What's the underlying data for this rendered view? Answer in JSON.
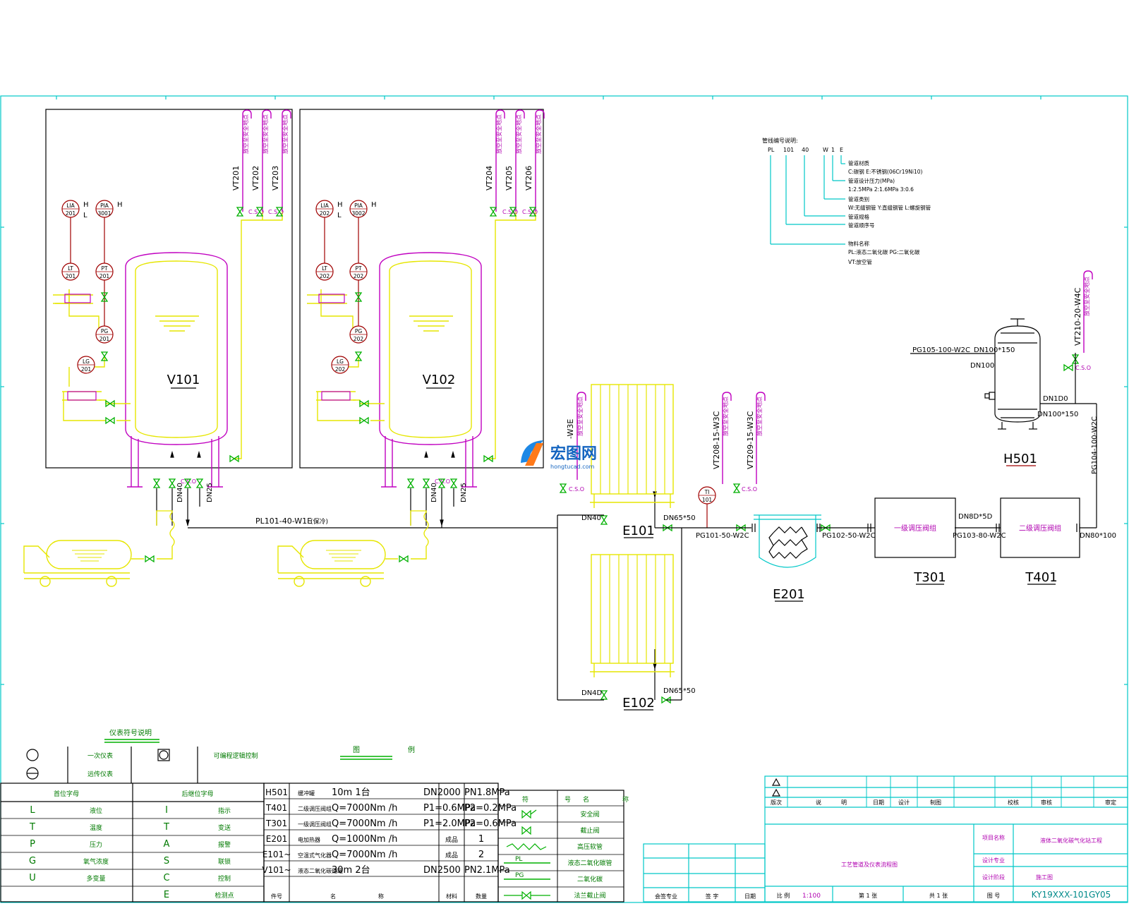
{
  "colors": {
    "frame": "#00c8c8",
    "pipe": "#000000",
    "vessel": "#c000c0",
    "yellow": "#e6e600",
    "valve": "#00b000",
    "instrument": "#a00000"
  },
  "vessels": {
    "v101": "V101",
    "v102": "V102",
    "h501": "H501",
    "e101": "E101",
    "e102": "E102",
    "e201": "E201",
    "t301": "T301",
    "t401": "T401"
  },
  "modules": {
    "t301_inner": "一级调压阀组",
    "t401_inner": "二级调压阀组"
  },
  "instruments": {
    "lia201": [
      "LIA",
      "201"
    ],
    "pia3001": [
      "PIA",
      "3001"
    ],
    "lt201": [
      "LT",
      "201"
    ],
    "pt201": [
      "PT",
      "201"
    ],
    "pg201": [
      "PG",
      "201"
    ],
    "lg201": [
      "LG",
      "201"
    ],
    "lia202": [
      "LIA",
      "202"
    ],
    "pia3002": [
      "PIA",
      "3002"
    ],
    "lt202": [
      "LT",
      "202"
    ],
    "pt202": [
      "PT",
      "202"
    ],
    "pg202": [
      "PG",
      "202"
    ],
    "lg202": [
      "LG",
      "202"
    ],
    "ti101": [
      "TI",
      "101"
    ],
    "h": "H",
    "l": "L"
  },
  "vent_lines": [
    "VT201",
    "VT202",
    "VT203",
    "VT204",
    "VT205",
    "VT206",
    "VT208-15-W3C",
    "VT209-15-W3C",
    "VT210-20-W4C",
    "-W3E"
  ],
  "vent_note": "放空至安全地点",
  "cso": "C.S.O",
  "pipe_labels": {
    "pl101": "PL101-40-W1E",
    "pl101_note": "(保冷)",
    "pg101": "PG101-50-W2C",
    "pg102": "PG102-50-W2C",
    "pg103": "PG103-80-W2C",
    "pg104": "PG104-100-W2C",
    "pg105": "PG105-100-W2C",
    "dn40": "DN40",
    "dn25": "DN25",
    "dn40b": "DN40",
    "dn25b": "DN25",
    "dn40_e101": "DN40",
    "dn40_e102": "DN4D",
    "dn65_1": "DN65*50",
    "dn65_2": "DN65*50",
    "dn80_50": "DN8D*5D",
    "dn80_100": "DN80*100",
    "dn100_150a": "DN100*150",
    "dn100a": "DN100",
    "dn100b": "DN1D0",
    "dn100_150b": "DN100*150"
  },
  "watermark": {
    "brand": "宏图网",
    "url": "hongtucad.com"
  },
  "notes": {
    "title": "管线编号说明:",
    "code": [
      "PL",
      "101",
      "40",
      "W",
      "1",
      "E"
    ],
    "lines": [
      "管道材质",
      "C:碳钢  E:不锈钢(06Cr19Ni10)",
      "管道设计压力(MPa)",
      "1:2.5MPa  2:1.6MPa  3:0.6",
      "管道类别",
      "W:无缝钢管  Y:直缝钢管  L:螺旋钢管",
      "管道规格",
      "管道顺序号",
      "物料名称",
      "PL:液态二氧化碳  PG:二氧化碳",
      "VT:放空管"
    ]
  },
  "instrument_legend": {
    "title": "仪表符号说明",
    "sym1": "一次仪表",
    "sym2": "远传仪表",
    "sym3": "可编程逻辑控制",
    "head_first": "首位字母",
    "head_after": "后继位字母",
    "first": [
      [
        "L",
        "液位"
      ],
      [
        "T",
        "温度"
      ],
      [
        "P",
        "压力"
      ],
      [
        "G",
        "氧气浓度"
      ],
      [
        "U",
        "多变量"
      ]
    ],
    "after": [
      [
        "I",
        "指示"
      ],
      [
        "T",
        "变送"
      ],
      [
        "A",
        "报警"
      ],
      [
        "S",
        "联锁"
      ],
      [
        "C",
        "控制"
      ],
      [
        "E",
        "检测点"
      ]
    ]
  },
  "equipment": {
    "rows": [
      [
        "H501",
        "缓冲罐",
        "10m  1台",
        "DN2000",
        "PN1.8MPa"
      ],
      [
        "T401",
        "二级调压阀组",
        "Q=7000Nm /h",
        "P1=0.6MPa",
        "P2=0.2MPa"
      ],
      [
        "T301",
        "一级调压阀组",
        "Q=7000Nm /h",
        "P1=2.0MPa",
        "P2=0.6MPa"
      ],
      [
        "E201",
        "电加热器",
        "Q=1000Nm /h",
        "成品",
        "1"
      ],
      [
        "E101~",
        "空温式气化器",
        "Q=7000Nm /h",
        "成品",
        "2"
      ],
      [
        "V101~",
        "液态二氧化碳储罐",
        "30m  2台",
        "DN2500",
        "PN2.1MPa"
      ]
    ],
    "footer": [
      "件号",
      "名",
      "称",
      "材料",
      "数量"
    ]
  },
  "symbol_legend": {
    "title_a": "图",
    "title_b": "例",
    "head_a": "符",
    "head_b": "号",
    "head_c": "名",
    "head_d": "称",
    "items": [
      "安全阀",
      "截止阀",
      "高压软管",
      "液态二氧化碳管",
      "二氧化碳",
      "法兰截止阀"
    ],
    "sym_labels": [
      "PL",
      "PG"
    ]
  },
  "title_block": {
    "rev_head": [
      "版次",
      "说",
      "明",
      "日期",
      "设计",
      "制图",
      "校核",
      "审核",
      "审定"
    ],
    "drawing_name": "工艺管道及仪表流程图",
    "project_label": "项目名称",
    "project_name": "液体二氧化碳气化站工程",
    "design_stage_label": "设计阶段",
    "design_stage": "施工图",
    "design_label": "设计专业",
    "scale_label": "比  例",
    "scale": "1:100",
    "sheet_a": "第  1  张",
    "sheet_b": "共  1  张",
    "drawing_no_label": "图  号",
    "drawing_no": "KY19XXX-101GY05",
    "sign_head": [
      "会签专业",
      "签  字",
      "日期"
    ]
  }
}
